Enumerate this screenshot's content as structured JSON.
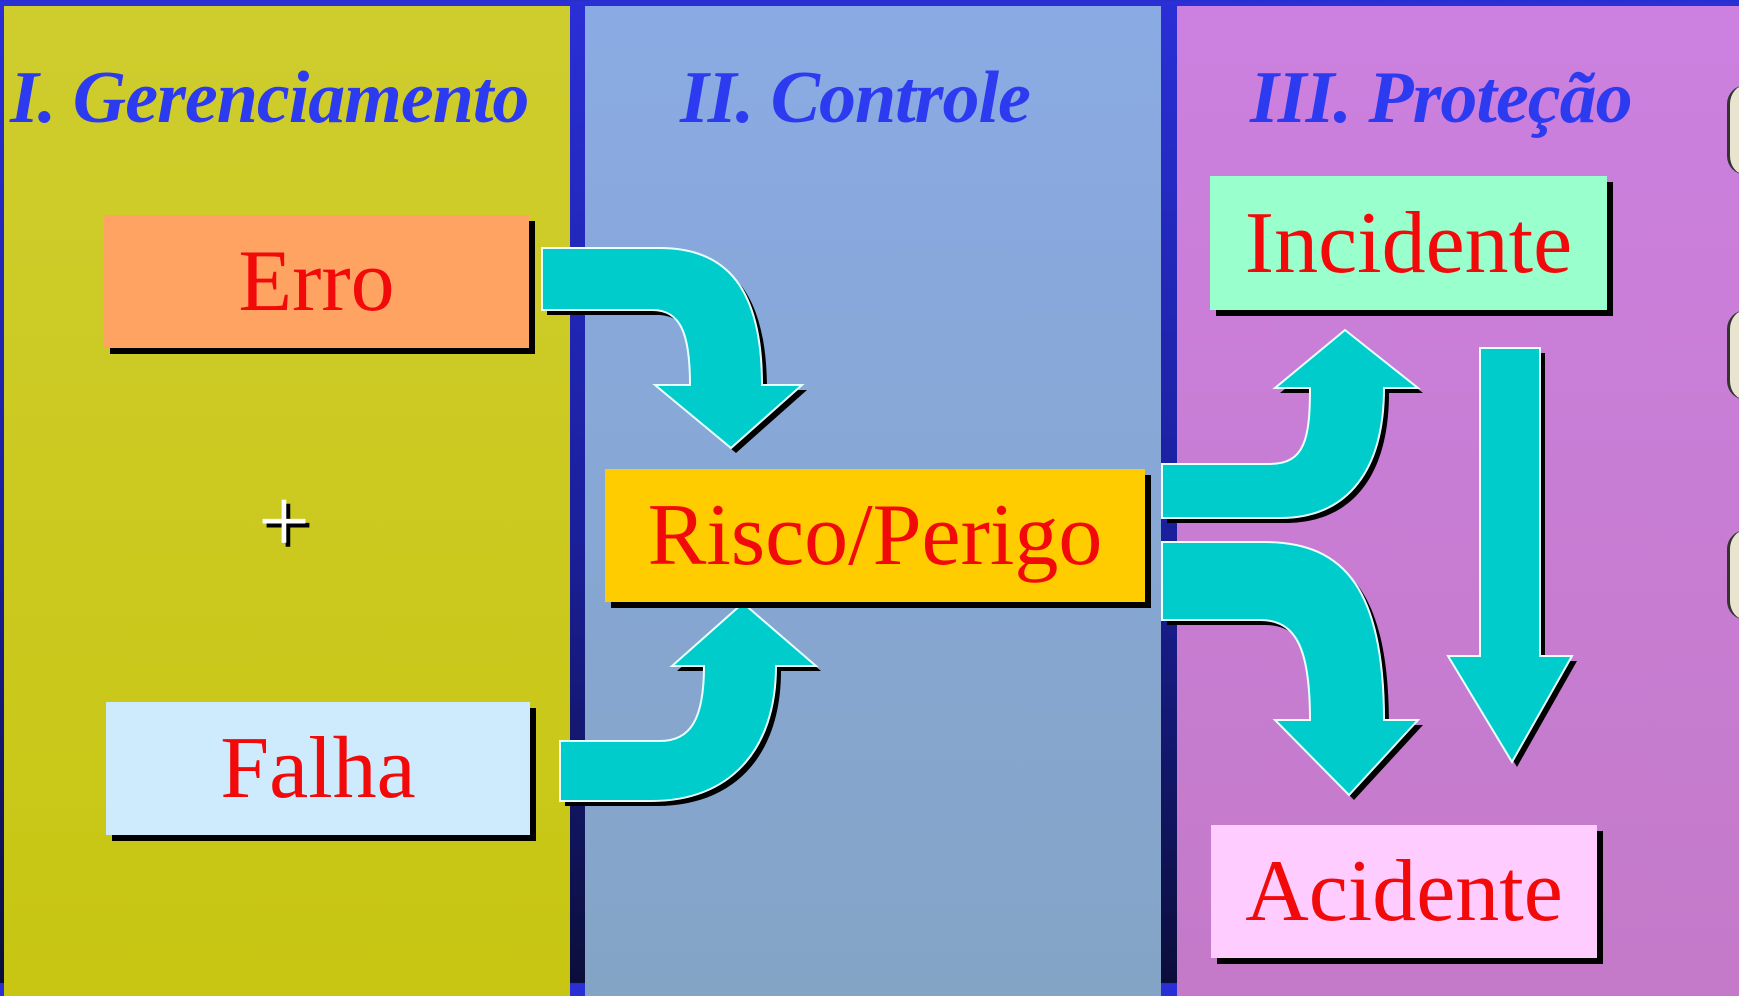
{
  "panels": [
    {
      "title": "I. Gerenciamento"
    },
    {
      "title": "II. Controle"
    },
    {
      "title": "III. Proteção"
    }
  ],
  "nodes": {
    "erro": "Erro",
    "plus": "+",
    "falha": "Falha",
    "risco": "Risco/Perigo",
    "incidente": "Incidente",
    "acidente": "Acidente"
  },
  "edges": [
    {
      "from": "Erro",
      "to": "Risco/Perigo"
    },
    {
      "from": "Falha",
      "to": "Risco/Perigo"
    },
    {
      "from": "Risco/Perigo",
      "to": "Incidente"
    },
    {
      "from": "Risco/Perigo",
      "to": "Acidente"
    },
    {
      "from": "Incidente",
      "to": "Acidente"
    }
  ],
  "colors": {
    "background": "#2a2fd6",
    "panel_gerenciamento": "#c8c612",
    "panel_controle": "#86a6d4",
    "panel_protecao": "#c87cd4",
    "title_text": "#2d3bf0",
    "node_text": "#f20a0a",
    "arrow": "#00cccc",
    "erro_box": "#ffa362",
    "falha_box": "#cdebfc",
    "risco_box": "#ffcc00",
    "incidente_box": "#99ffcc",
    "acidente_box": "#ffccff"
  }
}
